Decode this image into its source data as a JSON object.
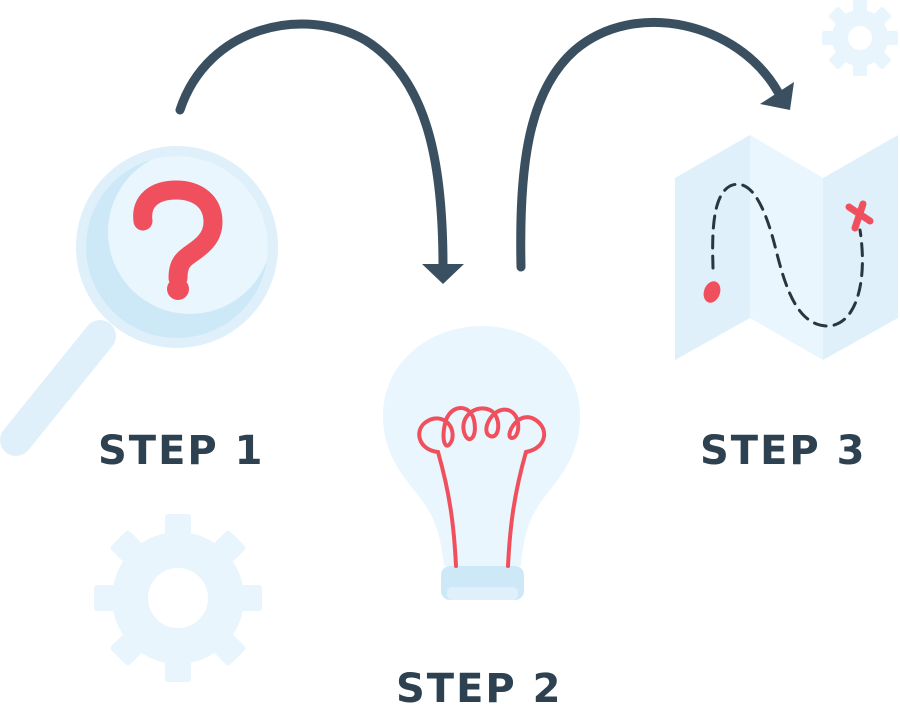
{
  "steps": [
    {
      "label": "STEP 1",
      "icon": "magnifier-question-icon"
    },
    {
      "label": "STEP 2",
      "icon": "lightbulb-icon"
    },
    {
      "label": "STEP 3",
      "icon": "treasure-map-icon"
    }
  ],
  "decorations": [
    "gear-icon",
    "gear-icon"
  ],
  "colors": {
    "label": "#2d4150",
    "arrow": "#3a5060",
    "accent_red": "#f0505e",
    "light_blue": "#dff0fb",
    "pale_blue": "#e9f6fd",
    "mid_blue": "#cde9f8",
    "gear": "#e8f5fc",
    "map_dash": "#27363f"
  }
}
